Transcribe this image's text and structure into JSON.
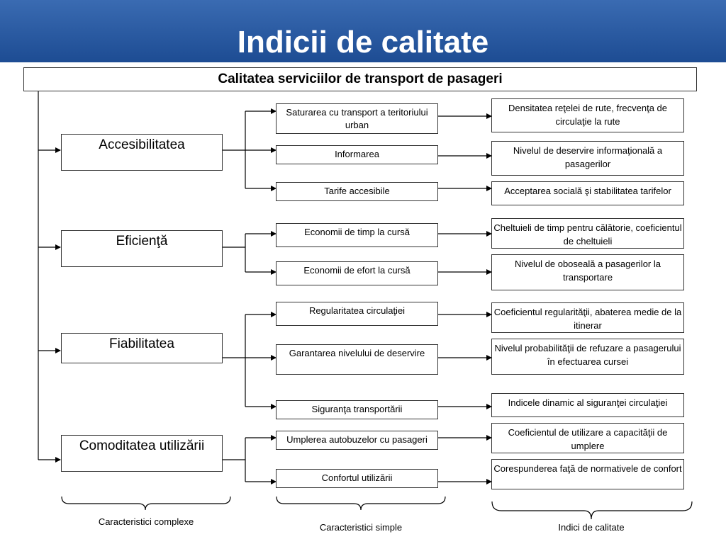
{
  "title": "Indicii de calitate",
  "root_label": "Calitatea serviciilor de transport de pasageri",
  "groups": [
    {
      "label": "Accesibilitatea",
      "items": [
        {
          "simple": "Saturarea cu transport a teritoriului urban",
          "indicator": "Densitatea reţelei de rute, frecvenţa de circulaţie la rute"
        },
        {
          "simple": "Informarea",
          "indicator": "Nivelul de deservire informaţională a pasagerilor"
        },
        {
          "simple": "Tarife accesibile",
          "indicator": "Acceptarea socială şi stabilitatea tarifelor"
        }
      ]
    },
    {
      "label": "Eficienţă",
      "items": [
        {
          "simple": "Economii de timp la cursă",
          "indicator": "Cheltuieli de timp pentru călătorie, coeficientul de cheltuieli"
        },
        {
          "simple": "Economii de efort la cursă",
          "indicator": "Nivelul de oboseală a pasagerilor la transportare"
        }
      ]
    },
    {
      "label": "Fiabilitatea",
      "items": [
        {
          "simple": "Regularitatea circulaţiei",
          "indicator": "Coeficientul regularităţii, abaterea medie de la itinerar"
        },
        {
          "simple": "Garantarea nivelului  de deservire",
          "indicator": "Nivelul probabilităţii de refuzare a pasagerului în efectuarea cursei"
        },
        {
          "simple": "Siguranţa transportării",
          "indicator": "Indicele dinamic al siguranţei circulaţiei"
        }
      ]
    },
    {
      "label": "Comoditatea utilizării",
      "items": [
        {
          "simple": "Umplerea autobuzelor cu pasageri",
          "indicator": "Coeficientul de utilizare a capacităţii de umplere"
        },
        {
          "simple": "Confortul utilizării",
          "indicator": "Corespunderea faţă de normativele de confort"
        }
      ]
    }
  ],
  "column_labels": {
    "complex": "Caracteristici complexe",
    "simple": "Caracteristici simple",
    "indices": "Indici de calitate"
  },
  "colors": {
    "header_top": "#3a6bb2",
    "header_bottom": "#1d4c93",
    "title_text": "#ffffff",
    "lines": "#000000"
  }
}
